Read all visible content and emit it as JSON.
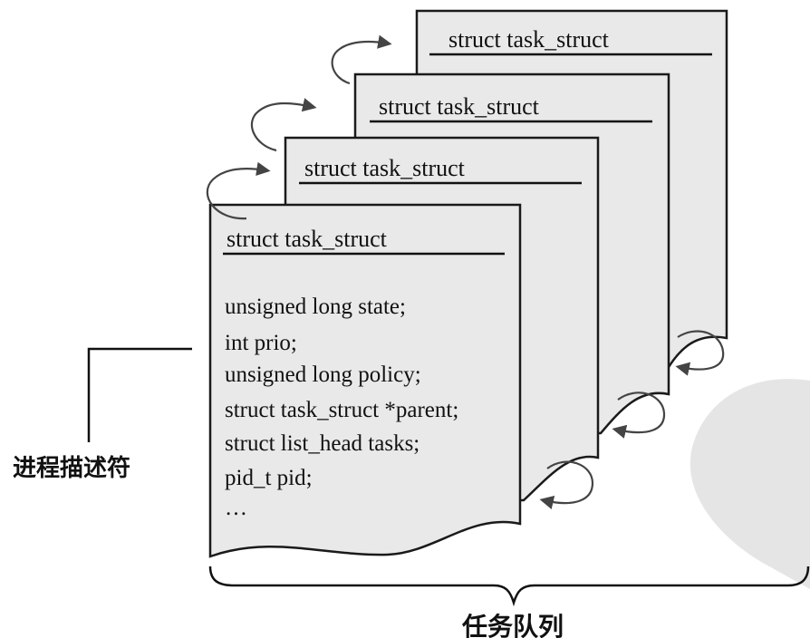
{
  "diagram": {
    "cards": [
      {
        "id": "card-4",
        "title": "struct task_struct",
        "fields": []
      },
      {
        "id": "card-3",
        "title": "struct task_struct",
        "fields": []
      },
      {
        "id": "card-2",
        "title": "struct task_struct",
        "fields": []
      },
      {
        "id": "card-1",
        "title": "struct task_struct",
        "fields": [
          "unsigned long state;",
          "int prio;",
          "unsigned long policy;",
          "struct task_struct *parent;",
          "struct list_head tasks;",
          "pid_t pid;",
          "…"
        ]
      }
    ],
    "side_label": "进程描述符",
    "bottom_label": "任务队列",
    "colors": {
      "card_fill": "#e9e9e9",
      "stroke": "#1a1a1a",
      "arrow": "#444444",
      "watermark": "#dadada",
      "background": "#ffffff"
    }
  }
}
